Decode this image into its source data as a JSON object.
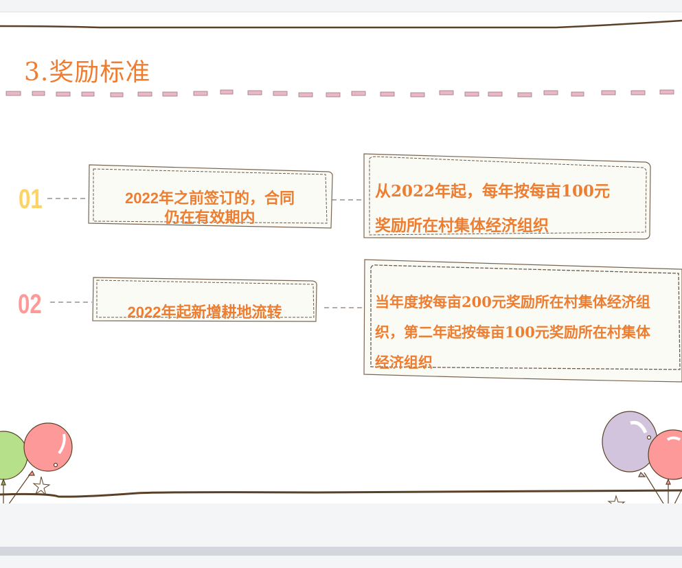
{
  "slide": {
    "title": "3.奖励标准",
    "colors": {
      "accent": "#ed7d31",
      "number1": "#fdd463",
      "number2": "#fd9a99",
      "line": "#5a4026",
      "dash": "#eab7c8",
      "card_bg": "#fafbf5"
    },
    "rows": [
      {
        "number": "01",
        "condition": [
          "2022年之前签订的，合同",
          "仍在有效期内"
        ],
        "reward": [
          "从2022年起，每年按每亩100元",
          "奖励所在村集体经济组织"
        ]
      },
      {
        "number": "02",
        "condition": [
          "2022年起新增耕地流转"
        ],
        "reward": [
          "当年度按每亩200元奖励所在村集体经济组",
          "织，第二年起按每亩100元奖励所在村集体",
          "经济组织"
        ]
      }
    ],
    "decorations": {
      "left_balloons": [
        "green-balloon",
        "pink-balloon",
        "star"
      ],
      "right_balloons": [
        "purple-balloon",
        "pink-balloon",
        "star"
      ]
    }
  }
}
